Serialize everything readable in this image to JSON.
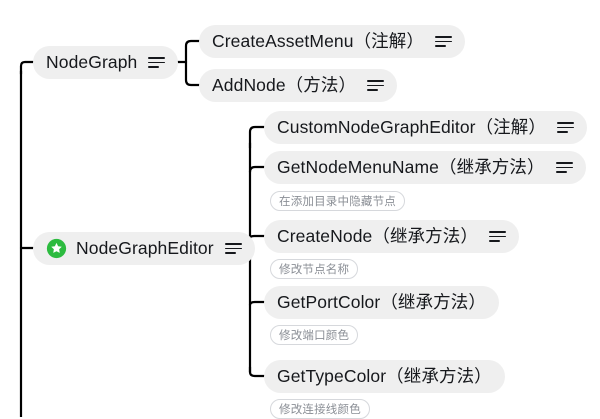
{
  "canvas": {
    "background": "#ffffff",
    "node_fill": "#efefef",
    "text_color": "#16181c",
    "edge_color": "#000000",
    "tag_border": "#d6d8dc",
    "tag_text": "#8b8f96",
    "badge_color": "#2cbb3f"
  },
  "mindmap": {
    "trunk": {
      "name": "root-trunk"
    },
    "branches": [
      {
        "id": "nodegraph",
        "label": "NodeGraph",
        "has_menu_icon": true,
        "has_star_badge": false,
        "children": [
          {
            "id": "createassetmenu",
            "label": "CreateAssetMenu（注解）",
            "has_menu_icon": true,
            "note": null
          },
          {
            "id": "addnode",
            "label": "AddNode（方法）",
            "has_menu_icon": true,
            "note": null
          }
        ]
      },
      {
        "id": "nodegrapheditor",
        "label": "NodeGraphEditor",
        "has_menu_icon": true,
        "has_star_badge": true,
        "children": [
          {
            "id": "customnodegrapheditor",
            "label": "CustomNodeGraphEditor（注解）",
            "has_menu_icon": true,
            "note": null
          },
          {
            "id": "getnodemenuname",
            "label": "GetNodeMenuName（继承方法）",
            "has_menu_icon": true,
            "note": "在添加目录中隐藏节点"
          },
          {
            "id": "createnode",
            "label": "CreateNode（继承方法）",
            "has_menu_icon": true,
            "note": "修改节点名称"
          },
          {
            "id": "getportcolor",
            "label": "GetPortColor（继承方法）",
            "has_menu_icon": false,
            "note": "修改端口颜色"
          },
          {
            "id": "gettypecolor",
            "label": "GetTypeColor（继承方法）",
            "has_menu_icon": false,
            "note": "修改连接线颜色"
          }
        ]
      }
    ]
  },
  "icons": {
    "menu": "menu-lines-icon",
    "star": "star-badge-icon"
  }
}
